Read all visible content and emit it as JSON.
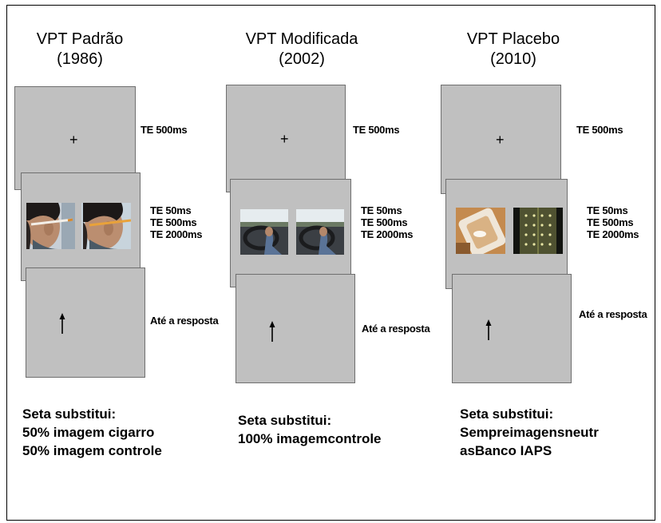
{
  "columns": [
    {
      "title_line1": "VPT Padrão",
      "title_line2": "(1986)",
      "fixation_symbol": "+",
      "fixation_label": "TE 500ms",
      "stimulus_labels": [
        "TE 50ms",
        "TE 500ms",
        "TE 2000ms"
      ],
      "probe_symbol": "arrow",
      "probe_label": "Até a resposta",
      "note_lines": [
        "Seta substitui:",
        "50% imagem cigarro",
        "50% imagem controle"
      ]
    },
    {
      "title_line1": "VPT Modificada",
      "title_line2": "(2002)",
      "fixation_symbol": "+",
      "fixation_label": "TE 500ms",
      "stimulus_labels": [
        "TE 50ms",
        "TE 500ms",
        "TE 2000ms"
      ],
      "probe_symbol": "arrow",
      "probe_label": "Até a resposta",
      "note_lines": [
        "Seta substitui:",
        "100% imagemcontrole"
      ]
    },
    {
      "title_line1": "VPT Placebo",
      "title_line2": "(2010)",
      "fixation_symbol": "+",
      "fixation_label": "TE 500ms",
      "stimulus_labels": [
        "TE 50ms",
        "TE 500ms",
        "TE 2000ms"
      ],
      "probe_symbol": "arrow",
      "probe_label": "Até a resposta",
      "note_lines": [
        "Seta substitui:",
        "Sempreimagensneutr",
        "asBanco IAPS"
      ]
    }
  ],
  "colors": {
    "screen": "#c0c0c0",
    "screen_border": "#6f6f6f",
    "text": "#000000"
  }
}
